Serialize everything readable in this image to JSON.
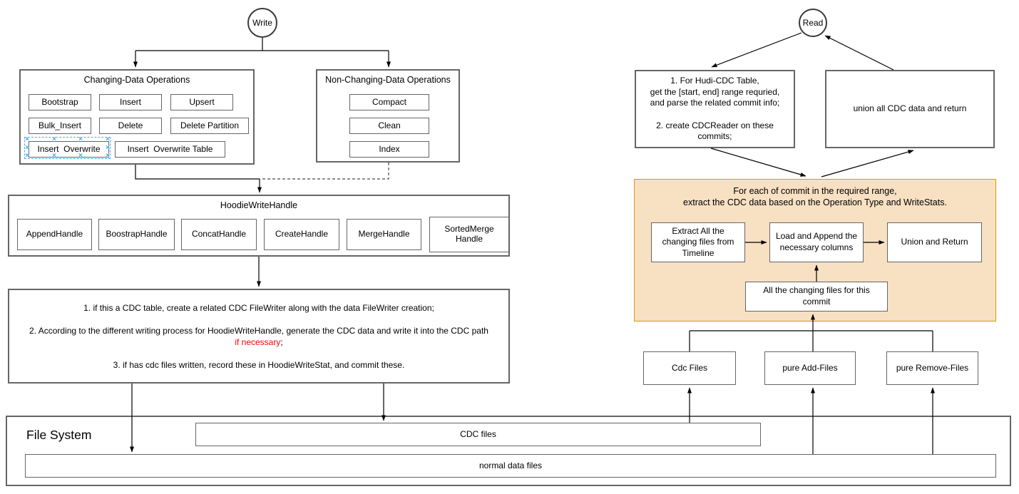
{
  "diagram": {
    "write": {
      "node_label": "Write",
      "changing": {
        "title": "Changing-Data Operations",
        "ops": [
          "Bootstrap",
          "Insert",
          "Upsert",
          "Bulk_Insert",
          "Delete",
          "Delete Partition",
          "Insert  Overwrite",
          "Insert  Overwrite Table"
        ],
        "selected_op": "Insert  Overwrite"
      },
      "non_changing": {
        "title": "Non-Changing-Data Operations",
        "ops": [
          "Compact",
          "Clean",
          "Index"
        ]
      },
      "hoodie": {
        "title": "HoodieWriteHandle",
        "handles": [
          "AppendHandle",
          "BoostrapHandle",
          "ConcatHandle",
          "CreateHandle",
          "MergeHandle",
          "SortedMerge Handle"
        ]
      },
      "steps": {
        "line1": "1. if this a CDC table, create a related CDC FileWriter along with the data FileWriter creation;",
        "line2_prefix": "2. According to the different writing process for HoodieWriteHandle, generate the CDC data and write it into the CDC path ",
        "line2_highlight": "if necessary",
        "line2_suffix": ";",
        "line3": "3. if has cdc files written, record these in HoodieWriteStat, and commit these."
      }
    },
    "read": {
      "node_label": "Read",
      "prepare": "1. For Hudi-CDC Table,\nget the [start, end] range requried,\nand parse the related commit info;\n\n2. create CDCReader on these\ncommits;",
      "union": "union all CDC data and return",
      "per_commit": {
        "title": "For each of commit in the required range,\nextract the CDC data based on the Operation Type and WriteStats.",
        "extract": "Extract All the\nchanging files from\nTimeline",
        "load": "Load and Append the\nnecessary columns",
        "union_return": "Union and Return",
        "all_changing": "All the changing files for this\ncommit"
      },
      "file_groups": [
        "Cdc Files",
        "pure Add-Files",
        "pure Remove-Files"
      ]
    },
    "file_system": {
      "title": "File System",
      "cdc_files": "CDC files",
      "normal_files": "normal data files"
    },
    "colors": {
      "highlight_red": "#FF0000",
      "per_commit_fill": "#F8E0C3",
      "per_commit_stroke": "#D79B00",
      "selection_blue": "#43AEF3"
    }
  }
}
